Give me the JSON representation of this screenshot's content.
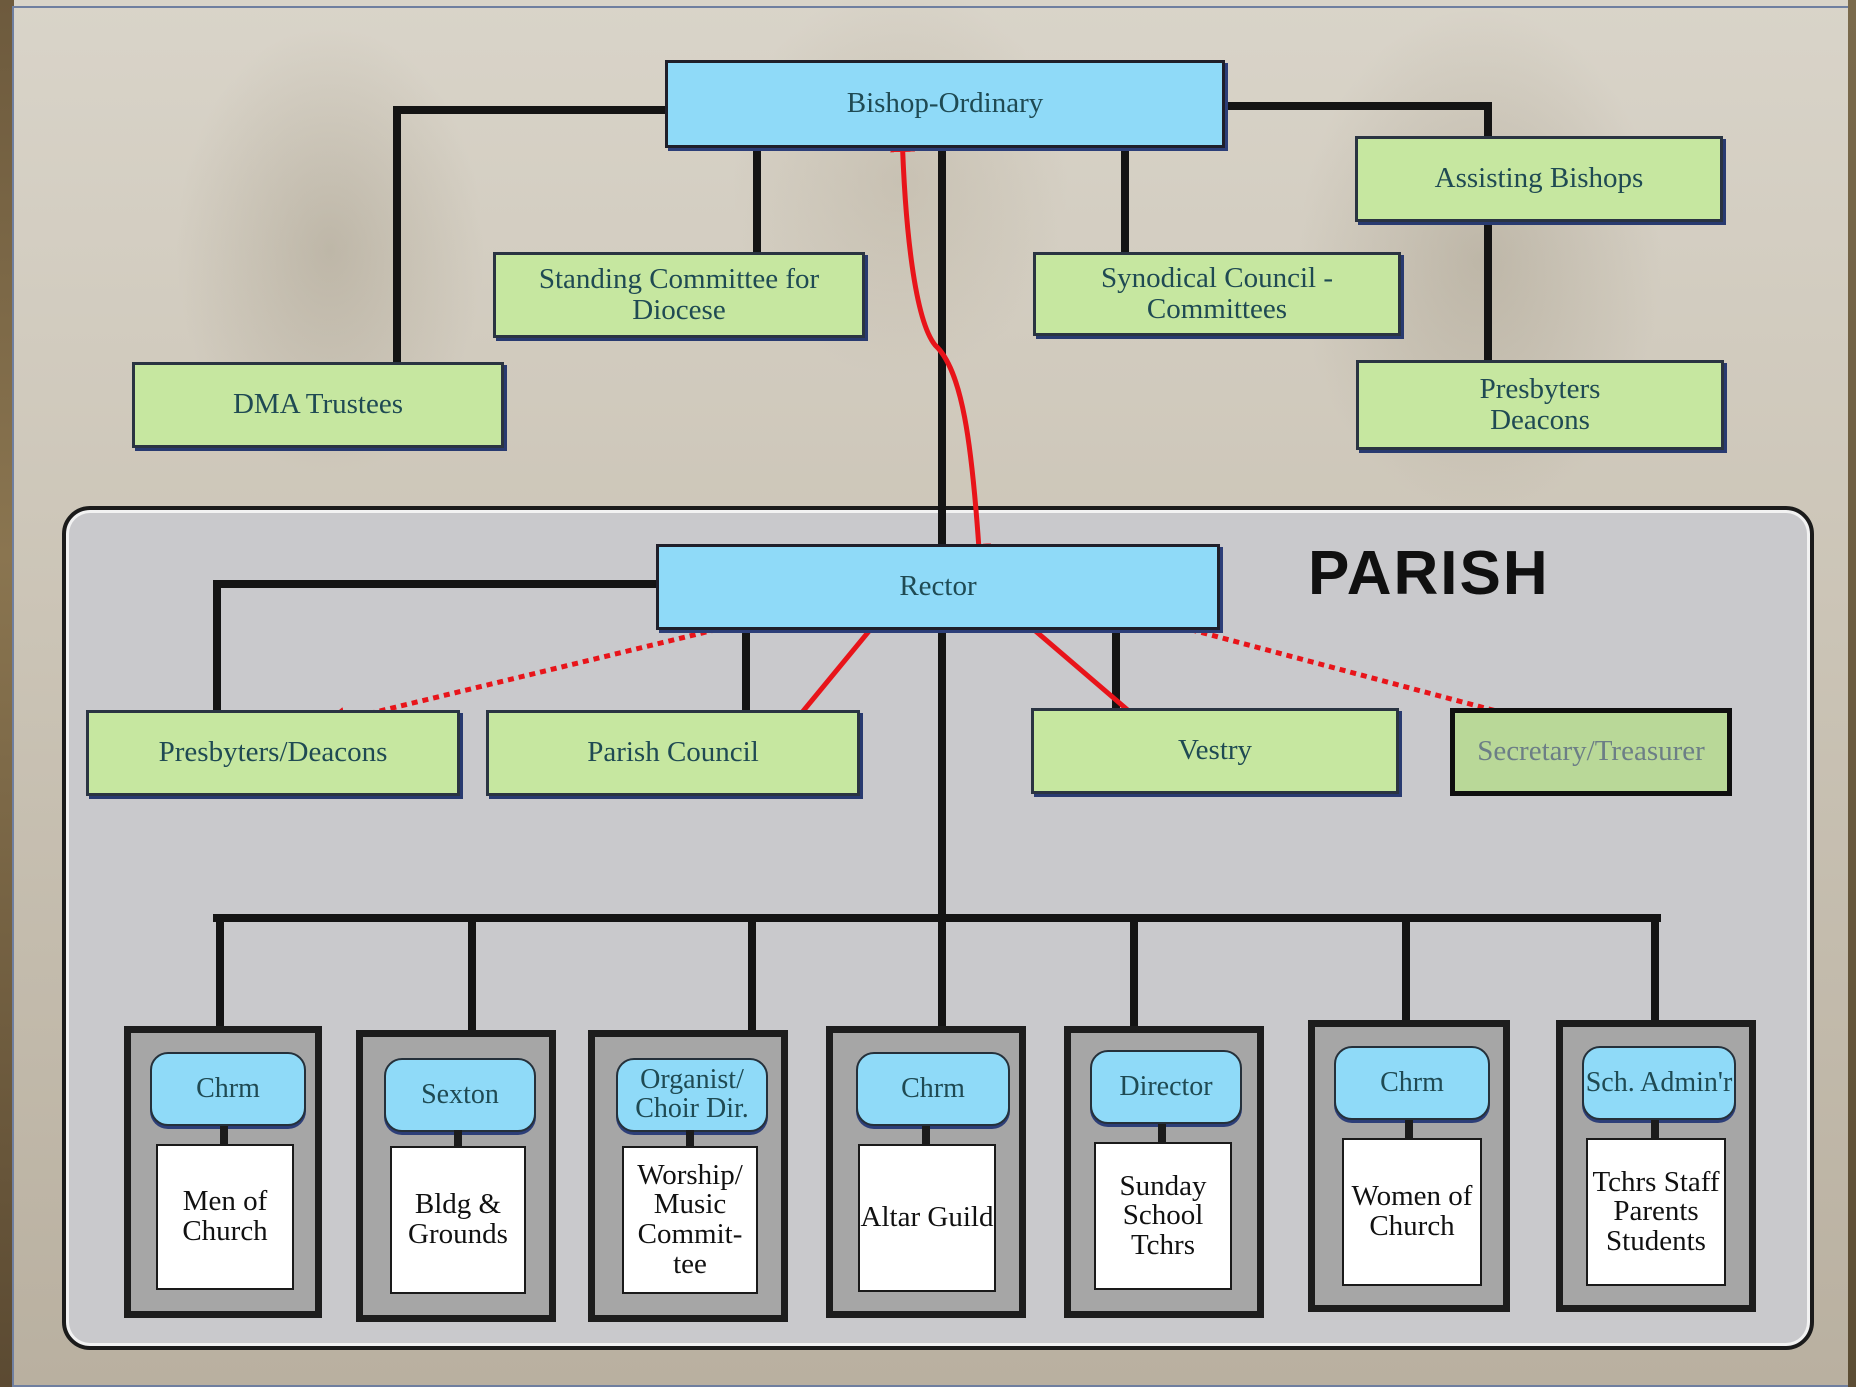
{
  "top": {
    "bishop_ordinary": "Bishop-Ordinary",
    "assisting_bishops": "Assisting Bishops",
    "standing_committee": "Standing Committee for Diocese",
    "synodical_council": "Synodical Council - Committees",
    "dma_trustees": "DMA Trustees",
    "presbyters_deacons": "Presbyters Deacons"
  },
  "parish": {
    "title": "PARISH",
    "rector": "Rector",
    "presbyters_deacons": "Presbyters/Deacons",
    "parish_council": "Parish Council",
    "vestry": "Vestry",
    "secretary_treasurer": "Secretary/Treasurer"
  },
  "groups": [
    {
      "leader": "Chrm",
      "unit": "Men of Church"
    },
    {
      "leader": "Sexton",
      "unit": "Bldg & Grounds"
    },
    {
      "leader": "Organist/ Choir Dir.",
      "unit": "Worship/ Music Commit- tee"
    },
    {
      "leader": "Chrm",
      "unit": "Altar Guild"
    },
    {
      "leader": "Director",
      "unit": "Sunday School Tchrs"
    },
    {
      "leader": "Chrm",
      "unit": "Women of Church"
    },
    {
      "leader": "Sch. Admin'r",
      "unit": "Tchrs Staff Parents Students"
    }
  ],
  "colors": {
    "leader_box": "#8fdaf8",
    "committee_box": "#c6e7a0",
    "link_arrow": "#e8141a",
    "connector": "#141414"
  }
}
